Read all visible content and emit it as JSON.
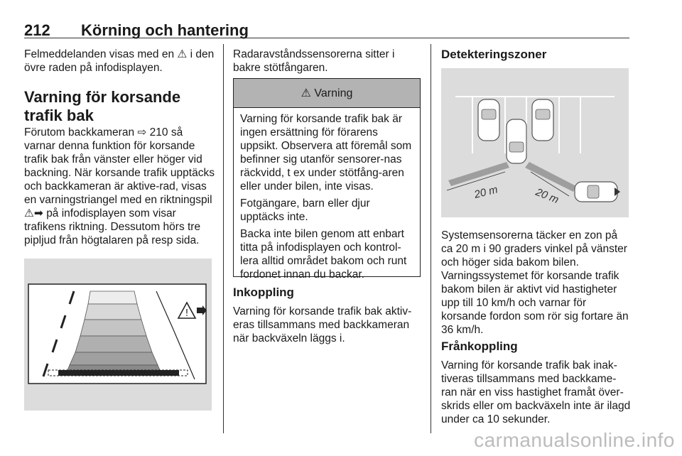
{
  "header": {
    "page_number": "212",
    "chapter": "Körning och hantering"
  },
  "col1": {
    "intro": "Felmeddelanden visas med en ⚠ i den övre raden på infodisplayen.",
    "heading": "Varning för korsande trafik bak",
    "body": "Förutom backkameran ⇨ 210 så varnar denna funktion för korsande trafik bak från vänster eller höger vid backning. När korsande trafik upptäcks och backkameran är aktive-rad, visas en varningstriangel med en riktningspil ⚠➡ på infodisplayen som visar trafikens riktning. Dessutom hörs tre pipljud från högtalaren på resp sida."
  },
  "col2": {
    "intro": "Radaravståndssensorerna sitter i bakre stötfångaren.",
    "warning": {
      "title": "Varning",
      "p1": "Varning för korsande trafik bak är ingen ersättning för förarens uppsikt. Observera att föremål som befinner sig utanför sensorer-nas räckvidd, t ex under stötfång-aren eller under bilen, inte visas.",
      "p2": "Fotgängare, barn eller djur upptäcks inte.",
      "p3": "Backa inte bilen genom att enbart titta på infodisplayen och kontrol-lera alltid området bakom och runt fordonet innan du backar."
    },
    "heading": "Inkoppling",
    "body": "Varning för korsande trafik bak aktiv-eras tillsammans med backkameran när backväxeln läggs i."
  },
  "col3": {
    "heading": "Detekteringszoner",
    "figure": {
      "label_left": "20 m",
      "label_right": "20 m"
    },
    "body": "Systemsensorerna täcker en zon på ca 20 m i 90 graders vinkel på vänster och höger sida bakom bilen. Varningssystemet för korsande trafik bakom bilen är aktivt vid hastigheter upp till 10 km/h och varnar för korsande fordon som rör sig fortare än 36 km/h.",
    "heading2": "Frånkoppling",
    "body2": "Varning för korsande trafik bak inak-tiveras tillsammans med backkame-ran när en viss hastighet framåt över-skrids eller om backväxeln inte är ilagd under ca 10 sekunder."
  },
  "footer": {
    "watermark": "carmanualsonline.info"
  }
}
